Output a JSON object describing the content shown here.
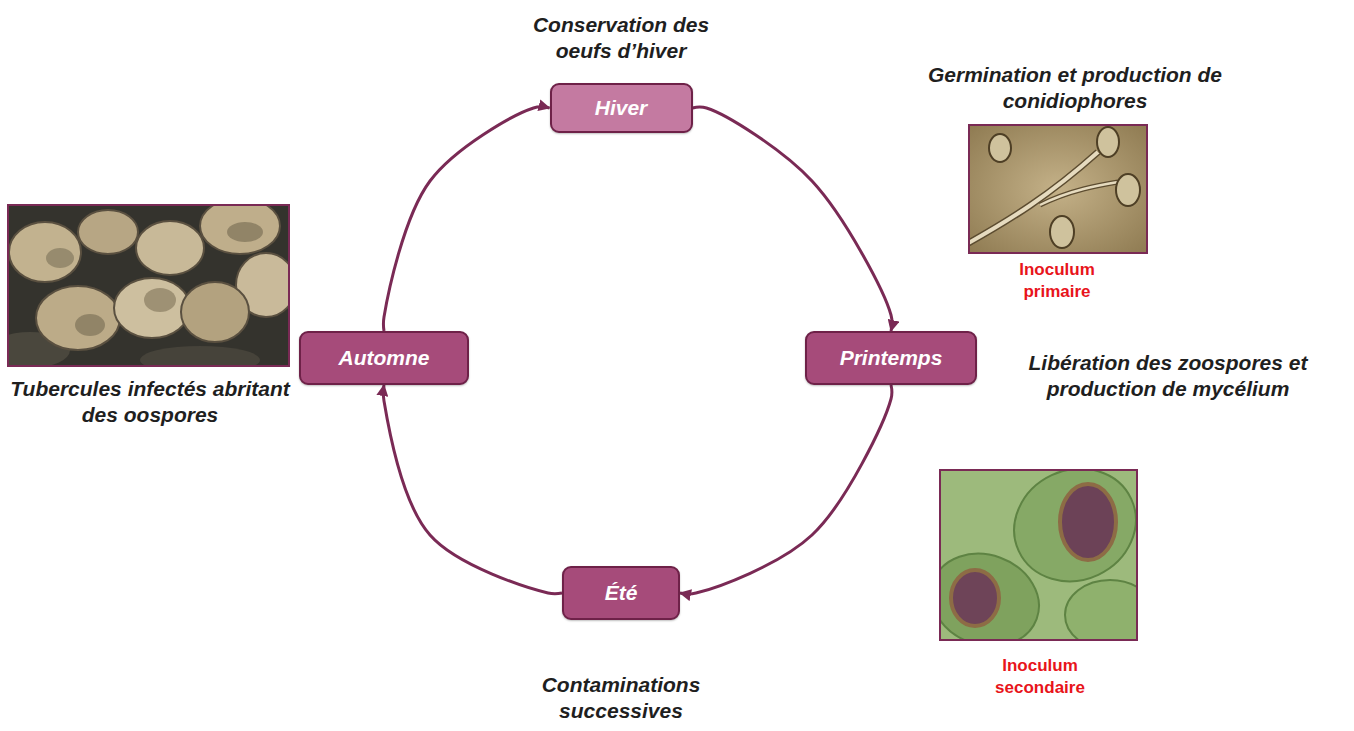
{
  "diagram": {
    "nodes": [
      {
        "text": [
          "Hiver"
        ]
      },
      {
        "text": [
          "Printemps"
        ]
      },
      {
        "text": [
          "Été"
        ]
      },
      {
        "text": [
          "Automne"
        ]
      }
    ],
    "edges": [
      {
        "from": 0,
        "to": 1,
        "arrow": "to"
      },
      {
        "from": 1,
        "to": 2,
        "arrow": "to"
      },
      {
        "from": 2,
        "to": 3,
        "arrow": "to"
      },
      {
        "from": 3,
        "to": 0,
        "arrow": "to"
      }
    ],
    "labels": [
      "Conservation des oeufs d’hiver",
      "Germination et production de conidiophores",
      "Inoculum primaire",
      "Libération des zoospores et production de mycélium",
      "Inoculum secondaire",
      "Contaminations successives",
      "Tubercules infectés abritant des oospores"
    ]
  }
}
